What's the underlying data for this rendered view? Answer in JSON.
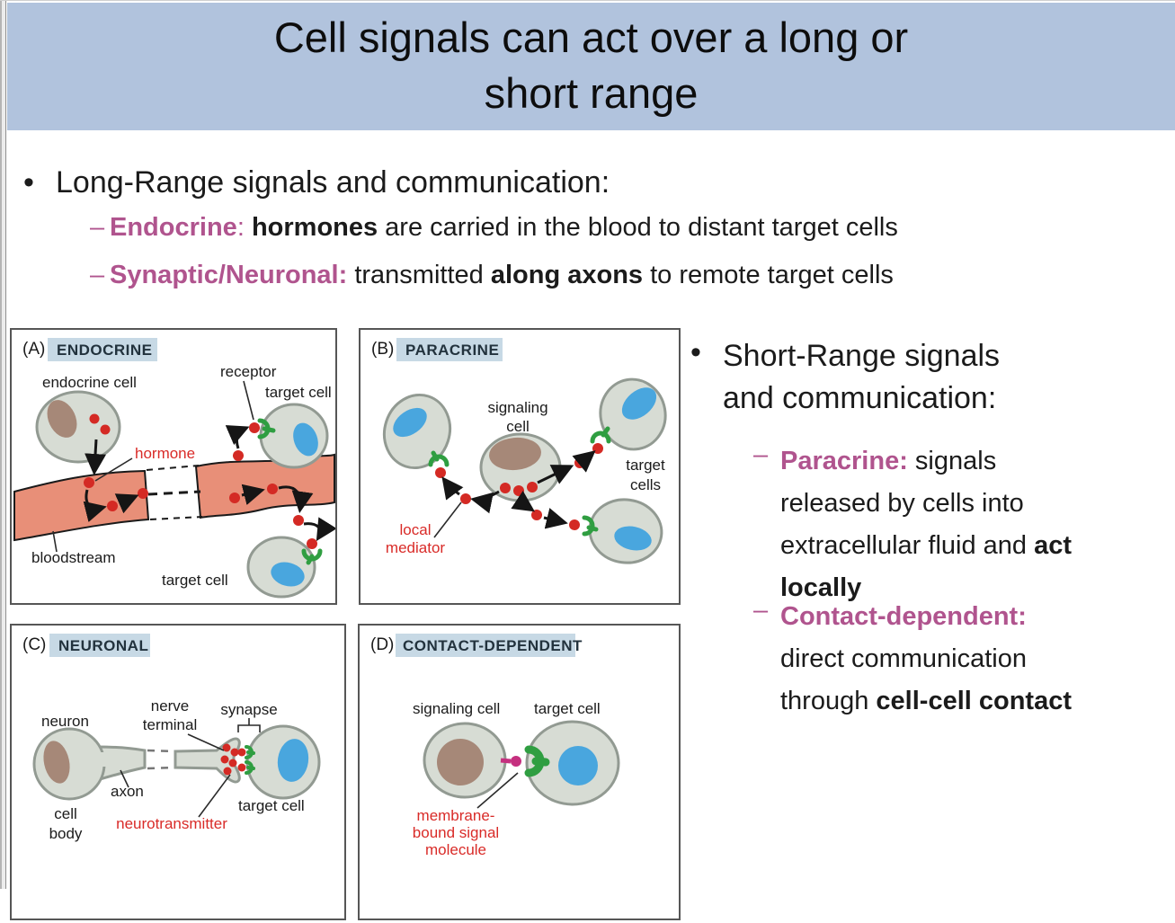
{
  "title": {
    "lines": [
      "Cell signals can act over a long or",
      "short range"
    ]
  },
  "bullets": {
    "long_range": {
      "marker": "•",
      "heading": "Long-Range signals and communication:",
      "items": [
        {
          "marker": "–",
          "runs": [
            {
              "t": "Endocrine",
              "s": "pb"
            },
            {
              "t": ": ",
              "s": "p"
            },
            {
              "t": "hormones",
              "s": "b"
            },
            {
              "t": " are carried in the blood to distant target cells",
              "s": ""
            }
          ]
        },
        {
          "marker": "–",
          "runs": [
            {
              "t": "Synaptic/Neuronal:",
              "s": "pb"
            },
            {
              "t": " transmitted ",
              "s": ""
            },
            {
              "t": "along axons",
              "s": "b"
            },
            {
              "t": " to remote target cells",
              "s": ""
            }
          ]
        }
      ]
    },
    "short_range": {
      "marker": "•",
      "heading_lines": [
        "Short-Range signals",
        "and communication:"
      ],
      "items": [
        {
          "marker": "–",
          "lines": [
            [
              {
                "t": "Paracrine:",
                "s": "pb"
              },
              {
                "t": " signals",
                "s": ""
              }
            ],
            [
              {
                "t": "released by cells into",
                "s": ""
              }
            ],
            [
              {
                "t": "extracellular fluid and ",
                "s": ""
              },
              {
                "t": "act",
                "s": "b"
              }
            ],
            [
              {
                "t": "locally",
                "s": "b"
              }
            ]
          ]
        },
        {
          "marker": "–",
          "lines": [
            [
              {
                "t": "Contact-dependent:",
                "s": "pb"
              }
            ],
            [
              {
                "t": "direct communication",
                "s": ""
              }
            ],
            [
              {
                "t": "through ",
                "s": ""
              },
              {
                "t": "cell-cell contact",
                "s": "b"
              }
            ]
          ]
        }
      ]
    }
  },
  "figure": {
    "panel_a": {
      "letter": "(A)",
      "title": "ENDOCRINE",
      "labels": {
        "endocrine_cell": "endocrine cell",
        "receptor": "receptor",
        "target_cell_top": "target cell",
        "hormone": "hormone",
        "bloodstream": "bloodstream",
        "target_cell_bottom": "target cell"
      }
    },
    "panel_b": {
      "letter": "(B)",
      "title": "PARACRINE",
      "labels": {
        "signaling": "signaling",
        "cell": "cell",
        "target": "target",
        "cells": "cells",
        "local": "local",
        "mediator": "mediator"
      }
    },
    "panel_c": {
      "letter": "(C)",
      "title": "NEURONAL",
      "labels": {
        "neuron": "neuron",
        "nerve": "nerve",
        "terminal": "terminal",
        "synapse": "synapse",
        "axon": "axon",
        "cell": "cell",
        "body": "body",
        "target_cell": "target cell",
        "neurotransmitter": "neurotransmitter"
      }
    },
    "panel_d": {
      "letter": "(D)",
      "title": "CONTACT-DEPENDENT",
      "labels": {
        "signaling_cell": "signaling cell",
        "target_cell": "target cell",
        "molecule_line1": "membrane-",
        "molecule_line2": "bound signal",
        "molecule_line3": "molecule"
      }
    }
  },
  "colors": {
    "header_blue": "#b1c3dd",
    "label_highlight": "#c7d9e5",
    "accent_purple": "#b0548e",
    "figure_red": "#d92b28",
    "signal_dot_red": "#d42a24",
    "bloodstream_salmon": "#e88f78",
    "cell_gray": "#d7dcd4",
    "nucleus_brown": "#a68878",
    "nucleus_blue": "#49a6de",
    "receptor_green": "#2f9e41",
    "membrane_signal_magenta": "#c5307f"
  }
}
